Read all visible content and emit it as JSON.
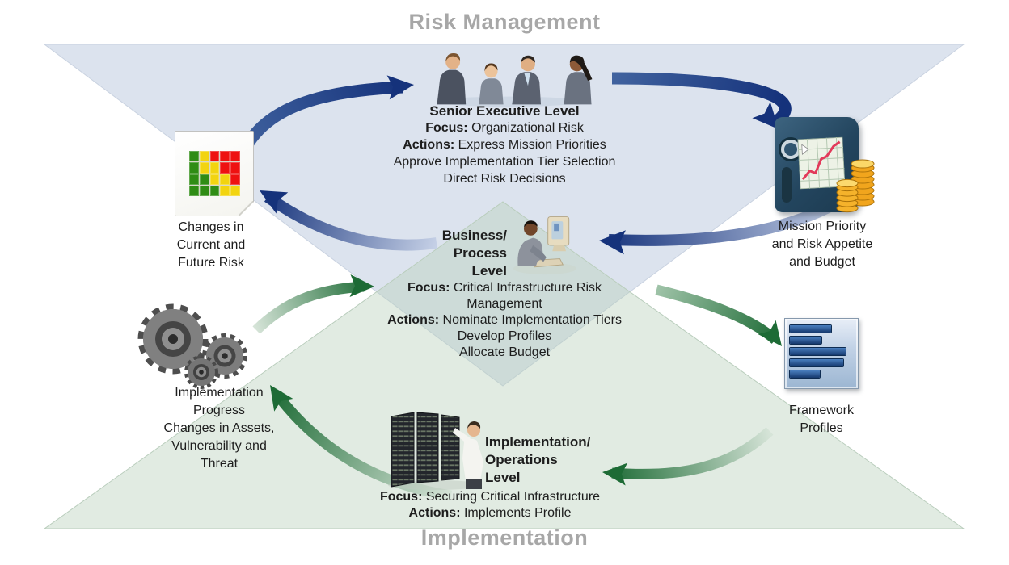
{
  "titles": {
    "top": "Risk Management",
    "bottom": "Implementation"
  },
  "colors": {
    "title_gray": "#a7a7a7",
    "text": "#1d1d1d",
    "risk_triangle": "#dce3ee",
    "impl_triangle": "#b7d0ba",
    "blue_dark": "#15327b",
    "blue_mid": "#41639f",
    "blue_pale": "#c5d0e6",
    "green_dark": "#1d6b35",
    "green_mid": "#9fc3a8",
    "green_pale": "#d6e4d8",
    "heat_green": "#2f8c15",
    "heat_yellow": "#f2d410",
    "heat_red": "#ee1111",
    "bar_light": "#4a7fc0",
    "bar_dark": "#16396e"
  },
  "levels": {
    "senior": {
      "title": "Senior Executive Level",
      "lines": [
        {
          "bold": "Focus:",
          "text": " Organizational Risk"
        },
        {
          "bold": "Actions:",
          "text": " Express Mission Priorities"
        },
        {
          "bold": "",
          "text": "Approve Implementation Tier Selection"
        },
        {
          "bold": "",
          "text": "Direct Risk Decisions"
        }
      ]
    },
    "business": {
      "title_lines": [
        "Business/",
        "Process",
        "Level"
      ],
      "lines": [
        {
          "bold": "Focus:",
          "text": " Critical Infrastructure Risk"
        },
        {
          "bold": "",
          "text": "Management"
        },
        {
          "bold": "Actions:",
          "text": " Nominate Implementation Tiers"
        },
        {
          "bold": "",
          "text": "Develop Profiles"
        },
        {
          "bold": "",
          "text": "Allocate Budget"
        }
      ]
    },
    "operations": {
      "title_lines": [
        "Implementation/",
        "Operations",
        "Level"
      ],
      "lines": [
        {
          "bold": "Focus:",
          "text": " Securing Critical Infrastructure"
        },
        {
          "bold": "Actions:",
          "text": " Implements Profile"
        }
      ]
    }
  },
  "side_labels": {
    "changes": [
      "Changes in",
      "Current and",
      "Future Risk"
    ],
    "mission": [
      "Mission Priority",
      "and Risk Appetite",
      "and Budget"
    ],
    "progress": [
      "Implementation",
      "Progress",
      "Changes in Assets,",
      "Vulnerability and",
      "Threat"
    ],
    "profiles": [
      "Framework",
      "Profiles"
    ]
  },
  "icons": {
    "executives": "business-executives-meeting",
    "heatmap": "risk-heatmap-document",
    "binder": "budget-binder-chart-coins",
    "business_user": "person-at-computer",
    "gears": "gears",
    "profiles": "framework-profiles-list",
    "servers": "server-racks-technician"
  },
  "heatmap": {
    "rows": [
      [
        "g",
        "y",
        "r",
        "r",
        "r"
      ],
      [
        "g",
        "y",
        "y",
        "r",
        "r"
      ],
      [
        "g",
        "g",
        "y",
        "y",
        "r"
      ],
      [
        "g",
        "g",
        "g",
        "y",
        "y"
      ]
    ]
  },
  "profile_bars": [
    66,
    50,
    88,
    84,
    48
  ]
}
